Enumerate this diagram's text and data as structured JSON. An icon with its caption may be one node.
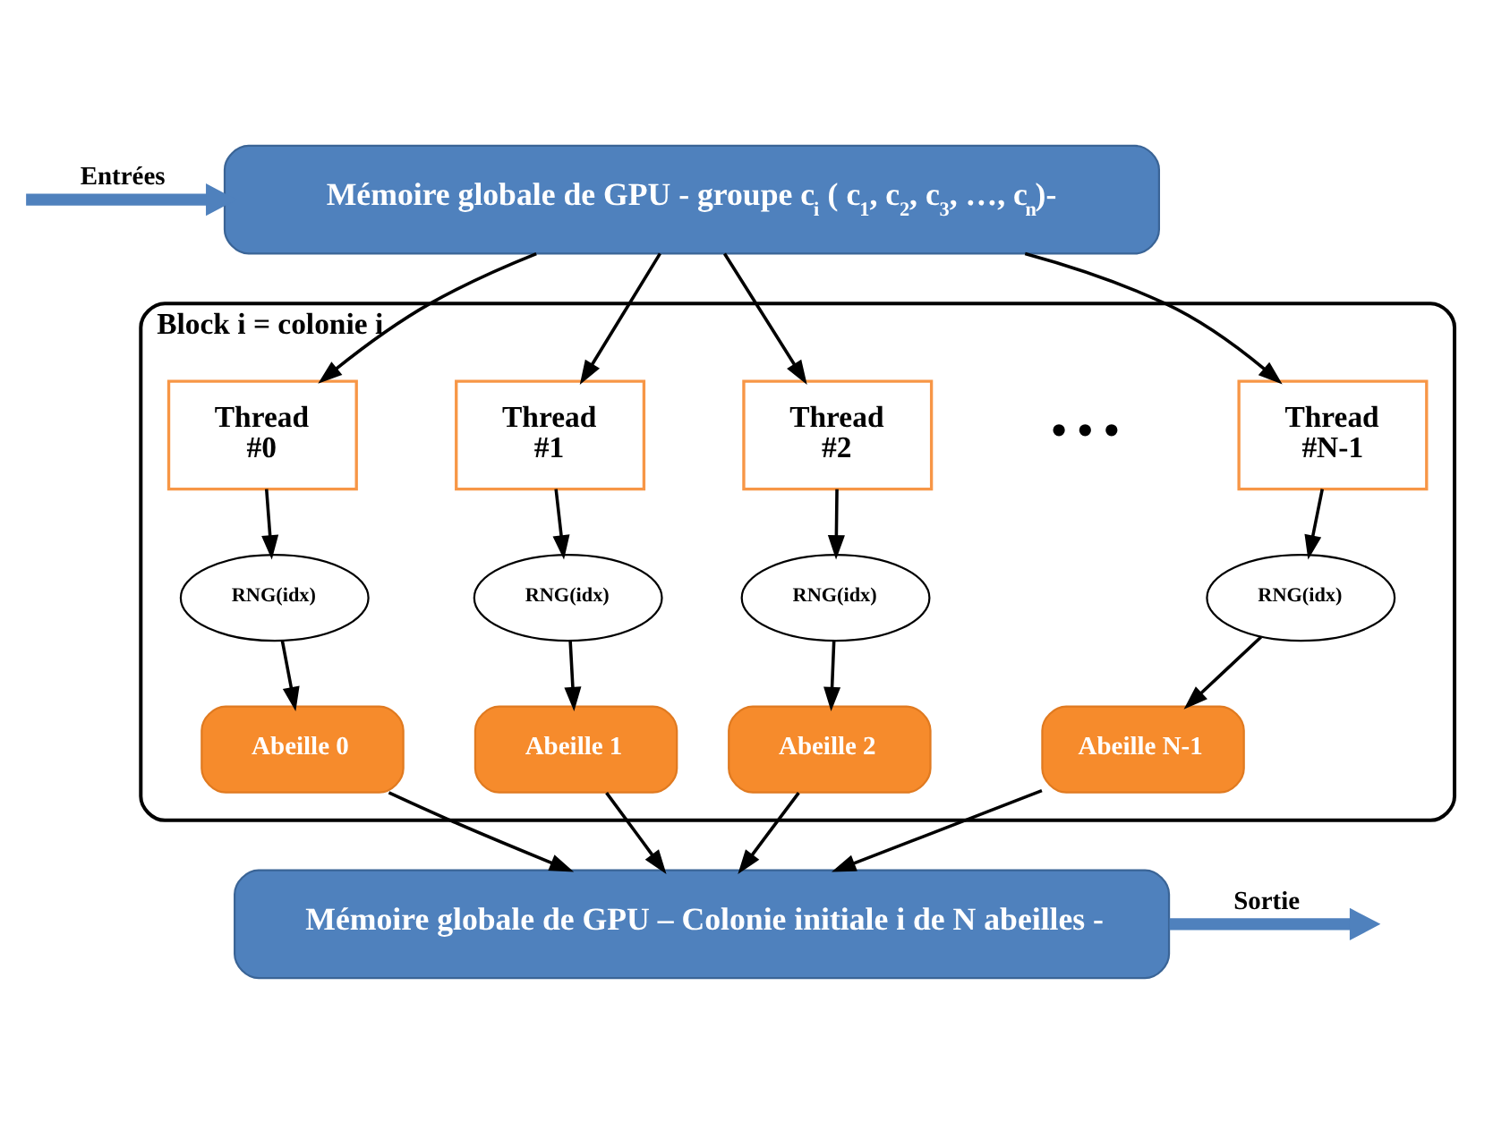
{
  "diagram": {
    "nodes": [
      {
        "text": [
          "Mémoire globale de GPU - groupe c$_{i}$ ( c$_{1}$, c$_{2}$, c$_{3}$, …, c$_{n}$)-"
        ]
      },
      {
        "text": [
          "Block i = colonie i"
        ]
      },
      {
        "text": [
          "Thread #0"
        ],
        "in": 1
      },
      {
        "text": [
          "Thread #1"
        ],
        "in": 1
      },
      {
        "text": [
          "Thread #2"
        ],
        "in": 1
      },
      {
        "text": [
          "Thread #N-1"
        ],
        "in": 1
      },
      {
        "text": [
          "RNG(idx)"
        ],
        "in": 1
      },
      {
        "text": [
          "RNG(idx)"
        ],
        "in": 1
      },
      {
        "text": [
          "RNG(idx)"
        ],
        "in": 1
      },
      {
        "text": [
          "RNG(idx)"
        ],
        "in": 1
      },
      {
        "text": [
          "Abeille 0"
        ],
        "in": 1
      },
      {
        "text": [
          "Abeille 1"
        ],
        "in": 1
      },
      {
        "text": [
          "Abeille 2"
        ],
        "in": 1
      },
      {
        "text": [
          "Abeille N-1"
        ],
        "in": 1
      },
      {
        "text": [
          "Mémoire globale de GPU – Colonie initiale i de N abeilles -"
        ]
      }
    ],
    "edges": [
      {
        "from": null,
        "to": 0,
        "arrow": "to",
        "label": "Entrées",
        "style": "thick",
        "color": "#4f81bd"
      },
      {
        "from": 0,
        "to": 2,
        "arrow": "to"
      },
      {
        "from": 0,
        "to": 3,
        "arrow": "to"
      },
      {
        "from": 0,
        "to": 4,
        "arrow": "to"
      },
      {
        "from": 0,
        "to": 5,
        "arrow": "to"
      },
      {
        "from": 2,
        "to": 6,
        "arrow": "to"
      },
      {
        "from": 3,
        "to": 7,
        "arrow": "to"
      },
      {
        "from": 4,
        "to": 8,
        "arrow": "to"
      },
      {
        "from": 5,
        "to": 9,
        "arrow": "to"
      },
      {
        "from": 6,
        "to": 10,
        "arrow": "to"
      },
      {
        "from": 7,
        "to": 11,
        "arrow": "to"
      },
      {
        "from": 8,
        "to": 12,
        "arrow": "to"
      },
      {
        "from": 9,
        "to": 13,
        "arrow": "to"
      },
      {
        "from": 10,
        "to": 14,
        "arrow": "to"
      },
      {
        "from": 11,
        "to": 14,
        "arrow": "to"
      },
      {
        "from": 12,
        "to": 14,
        "arrow": "to"
      },
      {
        "from": 13,
        "to": 14,
        "arrow": "to"
      },
      {
        "from": 14,
        "to": null,
        "arrow": "to",
        "label": "Sortie",
        "style": "thick",
        "color": "#4f81bd"
      }
    ],
    "labels": [
      "• • •"
    ]
  }
}
